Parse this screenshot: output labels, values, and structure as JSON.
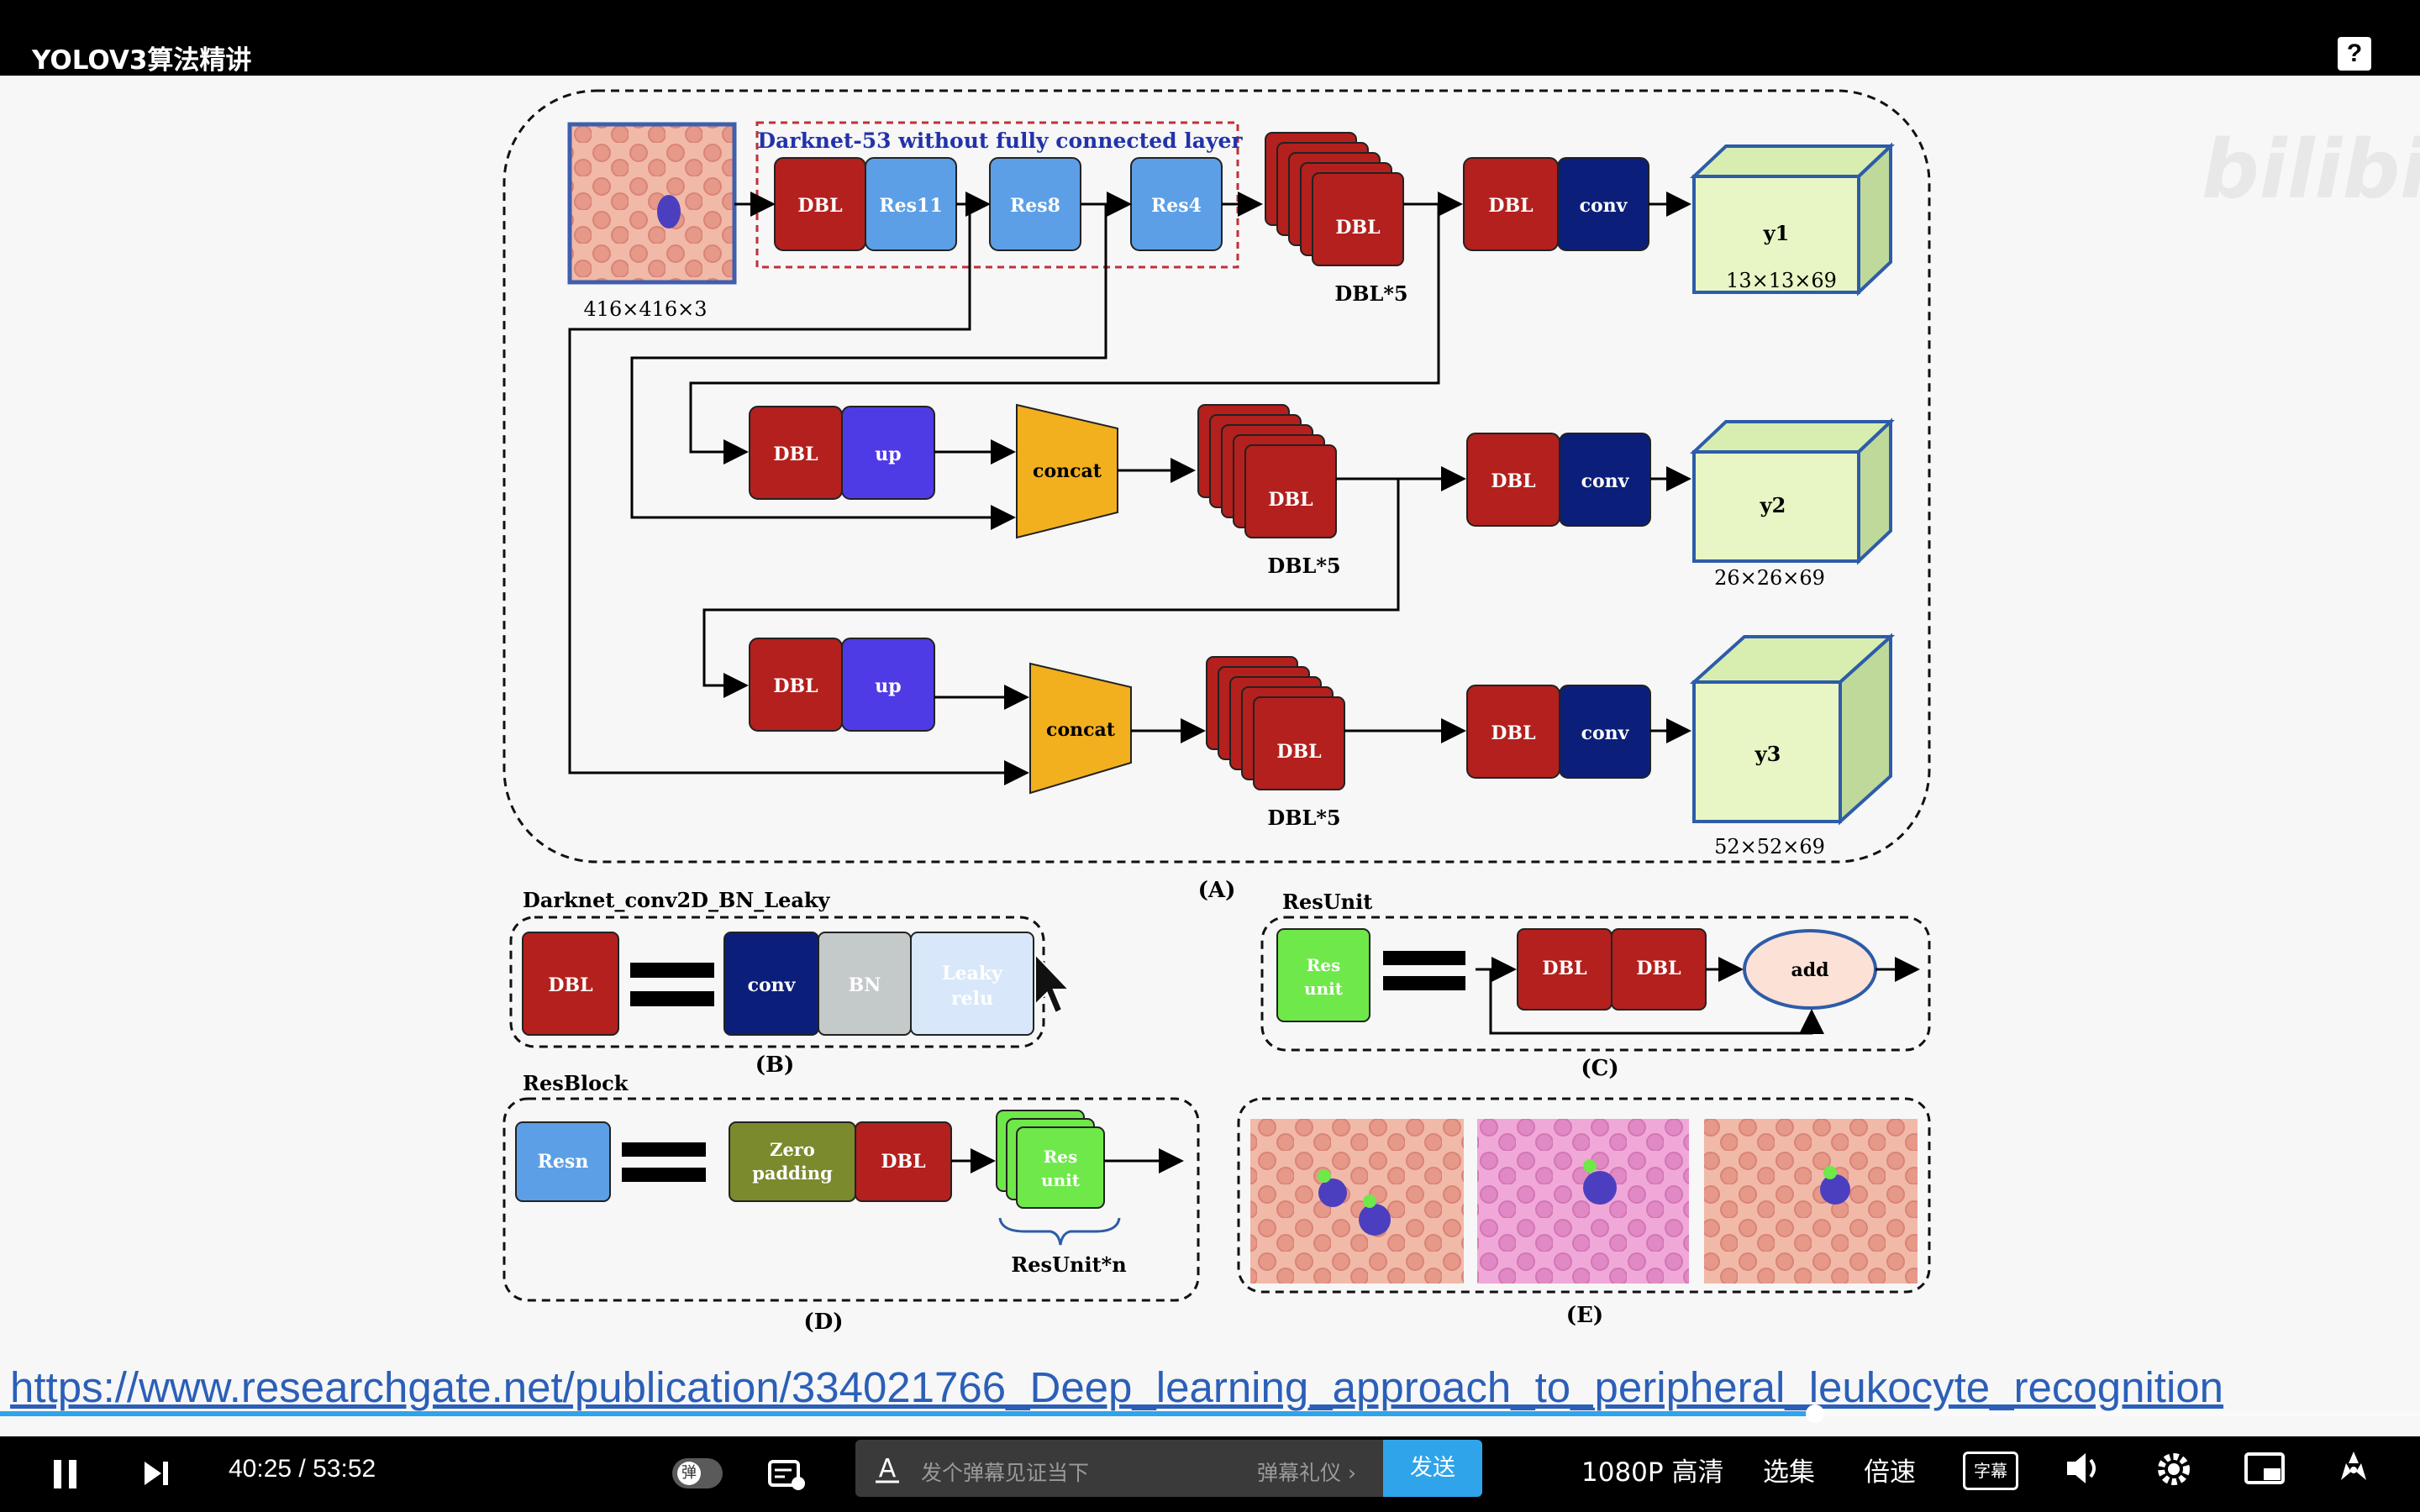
{
  "window": {
    "title": "YOLOV3算法精讲",
    "help_icon": "?"
  },
  "slide": {
    "url": "https://www.researchgate.net/publication/334021766_Deep_learning_approach_to_peripheral_leukocyte_recognition",
    "watermark": "bilibili",
    "diagram": {
      "darknet_title": "Darknet-53 without fully connected layer",
      "input_size": "416×416×3",
      "dbl": "DBL",
      "res11": "Res11",
      "res8": "Res8",
      "res4": "Res4",
      "dbl5": "DBL*5",
      "conv": "conv",
      "up": "up",
      "concat": "concat",
      "y1": "y1",
      "y2": "y2",
      "y3": "y3",
      "y1_size": "13×13×69",
      "y2_size": "26×26×69",
      "y3_size": "52×52×69",
      "label_a": "(A)",
      "label_b": "(B)",
      "label_c": "(C)",
      "label_d": "(D)",
      "label_e": "(E)",
      "b_title": "Darknet_conv2D_BN_Leaky",
      "bn": "BN",
      "leaky1": "Leaky",
      "leaky2": "relu",
      "c_title": "ResUnit",
      "res_unit1": "Res",
      "res_unit2": "unit",
      "add": "add",
      "d_title": "ResBlock",
      "resn": "Resn",
      "zero1": "Zero",
      "zero2": "padding",
      "resunit_n": "ResUnit*n"
    }
  },
  "player": {
    "current_time": "40:25",
    "separator": "/",
    "duration": "53:52",
    "progress": 0.75,
    "danmu_placeholder": "发个弹幕见证当下",
    "danmu_gift": "弹幕礼仪 ›",
    "send": "发送",
    "quality": "1080P 高清",
    "episodes": "选集",
    "speed": "倍速",
    "subtitle": "字幕",
    "danmu_toggle": "弹"
  },
  "colors": {
    "accent": "#2fa4ea",
    "dbl": "#b3201d",
    "res": "#5c9fe6",
    "conv": "#0b1f7a",
    "up": "#4f3be6",
    "concat": "#f2b01e",
    "output": "#e7f6c4"
  }
}
